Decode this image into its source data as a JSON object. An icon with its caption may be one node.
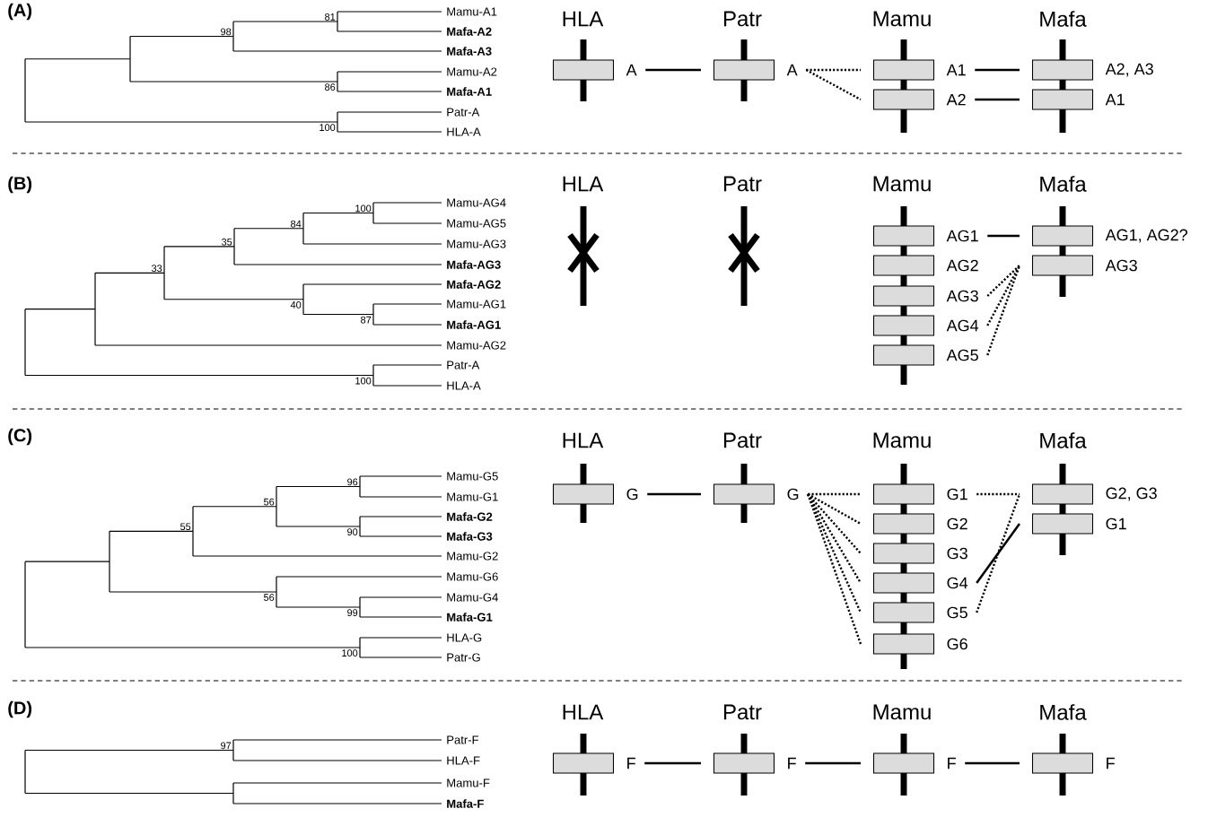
{
  "diagram": {
    "nodes": [
      {
        "text": [
          "A"
        ]
      },
      {
        "text": [
          "A"
        ]
      },
      {
        "text": [
          "A1"
        ]
      },
      {
        "text": [
          "A2"
        ]
      },
      {
        "text": [
          "A2, A3"
        ]
      },
      {
        "text": [
          "A1"
        ]
      },
      {
        "text": [
          "AG1"
        ]
      },
      {
        "text": [
          "AG2"
        ]
      },
      {
        "text": [
          "AG3"
        ]
      },
      {
        "text": [
          "AG4"
        ]
      },
      {
        "text": [
          "AG5"
        ]
      },
      {
        "text": [
          "AG1, AG2?"
        ]
      },
      {
        "text": [
          "AG3"
        ]
      },
      {
        "text": [
          "G"
        ]
      },
      {
        "text": [
          "G"
        ]
      },
      {
        "text": [
          "G1"
        ]
      },
      {
        "text": [
          "G2"
        ]
      },
      {
        "text": [
          "G3"
        ]
      },
      {
        "text": [
          "G4"
        ]
      },
      {
        "text": [
          "G5"
        ]
      },
      {
        "text": [
          "G6"
        ]
      },
      {
        "text": [
          "G2, G3"
        ]
      },
      {
        "text": [
          "G1"
        ]
      },
      {
        "text": [
          "F"
        ]
      },
      {
        "text": [
          "F"
        ]
      },
      {
        "text": [
          "F"
        ]
      },
      {
        "text": [
          "F"
        ]
      }
    ],
    "edges": [
      {
        "from": 0,
        "to": 1,
        "arrow": "none"
      },
      {
        "from": 1,
        "to": 2,
        "arrow": "none",
        "style": "dashed"
      },
      {
        "from": 1,
        "to": 3,
        "arrow": "none",
        "style": "dashed"
      },
      {
        "from": 2,
        "to": 4,
        "arrow": "none"
      },
      {
        "from": 3,
        "to": 5,
        "arrow": "none"
      },
      {
        "from": 6,
        "to": 11,
        "arrow": "none"
      },
      {
        "from": 8,
        "to": 12,
        "arrow": "none",
        "style": "dashed"
      },
      {
        "from": 9,
        "to": 12,
        "arrow": "none",
        "style": "dashed"
      },
      {
        "from": 10,
        "to": 12,
        "arrow": "none",
        "style": "dashed"
      },
      {
        "from": 13,
        "to": 14,
        "arrow": "none"
      },
      {
        "from": 14,
        "to": 15,
        "arrow": "none",
        "style": "dashed"
      },
      {
        "from": 14,
        "to": 16,
        "arrow": "none",
        "style": "dashed"
      },
      {
        "from": 14,
        "to": 17,
        "arrow": "none",
        "style": "dashed"
      },
      {
        "from": 14,
        "to": 18,
        "arrow": "none",
        "style": "dashed"
      },
      {
        "from": 14,
        "to": 19,
        "arrow": "none",
        "style": "dashed"
      },
      {
        "from": 14,
        "to": 20,
        "arrow": "none",
        "style": "dashed"
      },
      {
        "from": 15,
        "to": 21,
        "arrow": "none",
        "style": "dashed"
      },
      {
        "from": 18,
        "to": 22,
        "arrow": "none"
      },
      {
        "from": 19,
        "to": 21,
        "arrow": "none",
        "style": "dashed"
      },
      {
        "from": 23,
        "to": 24,
        "arrow": "none"
      },
      {
        "from": 24,
        "to": 25,
        "arrow": "none"
      },
      {
        "from": 25,
        "to": 26,
        "arrow": "none"
      }
    ],
    "labels": [
      "(A)",
      "81",
      "98",
      "86",
      "100",
      "Mamu-A1",
      "Mafa-A2",
      "Mafa-A3",
      "Mamu-A2",
      "Mafa-A1",
      "Patr-A",
      "HLA-A",
      "HLA",
      "Patr",
      "Mamu",
      "Mafa",
      "(B)",
      "100",
      "84",
      "35",
      "33",
      "40",
      "87",
      "100",
      "Mamu-AG4",
      "Mamu-AG5",
      "Mamu-AG3",
      "Mafa-AG3",
      "Mafa-AG2",
      "Mamu-AG1",
      "Mafa-AG1",
      "Mamu-AG2",
      "Patr-A",
      "HLA-A",
      "HLA",
      "Patr",
      "Mamu",
      "Mafa",
      "(C)",
      "96",
      "56",
      "90",
      "55",
      "56",
      "99",
      "100",
      "Mamu-G5",
      "Mamu-G1",
      "Mafa-G2",
      "Mafa-G3",
      "Mamu-G2",
      "Mamu-G6",
      "Mamu-G4",
      "Mafa-G1",
      "HLA-G",
      "Patr-G",
      "HLA",
      "Patr",
      "Mamu",
      "Mafa",
      "(D)",
      "97",
      "Patr-F",
      "HLA-F",
      "Mamu-F",
      "Mafa-F",
      "HLA",
      "Patr",
      "Mamu",
      "Mafa"
    ]
  }
}
